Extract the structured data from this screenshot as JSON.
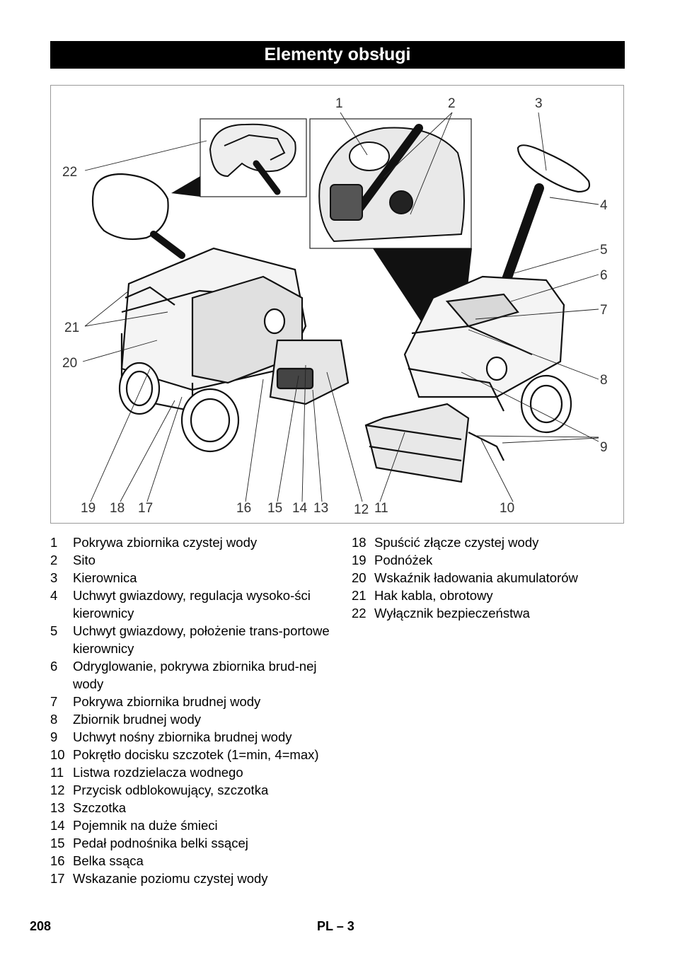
{
  "header": {
    "title": "Elementy obsługi"
  },
  "figure": {
    "callouts": [
      "1",
      "2",
      "3",
      "4",
      "5",
      "6",
      "7",
      "8",
      "9",
      "10",
      "11",
      "12",
      "13",
      "14",
      "15",
      "16",
      "17",
      "18",
      "19",
      "20",
      "21",
      "22"
    ]
  },
  "parts_left": [
    {
      "num": "1",
      "text": "Pokrywa zbiornika czystej wody"
    },
    {
      "num": "2",
      "text": "Sito"
    },
    {
      "num": "3",
      "text": "Kierownica"
    },
    {
      "num": "4",
      "text": "Uchwyt gwiazdowy, regulacja wysoko-ści kierownicy"
    },
    {
      "num": "5",
      "text": "Uchwyt gwiazdowy, położenie trans-portowe kierownicy"
    },
    {
      "num": "6",
      "text": "Odryglowanie, pokrywa zbiornika brud-nej wody"
    },
    {
      "num": "7",
      "text": "Pokrywa zbiornika brudnej wody"
    },
    {
      "num": "8",
      "text": "Zbiornik brudnej wody"
    },
    {
      "num": "9",
      "text": "Uchwyt nośny zbiornika brudnej wody"
    },
    {
      "num": "10",
      "text": "Pokrętło docisku szczotek (1=min, 4=max)"
    },
    {
      "num": "11",
      "text": "Listwa rozdzielacza wodnego"
    },
    {
      "num": "12",
      "text": "Przycisk odblokowujący, szczotka"
    },
    {
      "num": "13",
      "text": "Szczotka"
    },
    {
      "num": "14",
      "text": "Pojemnik na duże śmieci"
    },
    {
      "num": "15",
      "text": "Pedał podnośnika belki ssącej"
    },
    {
      "num": "16",
      "text": "Belka ssąca"
    },
    {
      "num": "17",
      "text": "Wskazanie poziomu czystej wody"
    }
  ],
  "parts_right": [
    {
      "num": "18",
      "text": "Spuścić złącze czystej wody"
    },
    {
      "num": "19",
      "text": "Podnóżek"
    },
    {
      "num": "20",
      "text": "Wskaźnik ładowania akumulatorów"
    },
    {
      "num": "21",
      "text": "Hak kabla, obrotowy"
    },
    {
      "num": "22",
      "text": "Wyłącznik bezpieczeństwa"
    }
  ],
  "footer": {
    "page_number": "208",
    "language": "PL",
    "section_page": "– 3"
  }
}
